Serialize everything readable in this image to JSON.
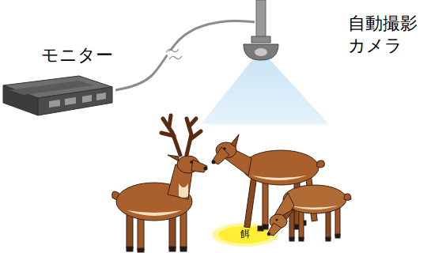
{
  "diagram": {
    "nodes": [
      {
        "text": [
          "モニター"
        ]
      },
      {
        "text": [
          "自動撮影 カメラ"
        ]
      },
      {
        "text": [
          "餌"
        ]
      }
    ],
    "edges": [
      {
        "from": 0,
        "to": 1,
        "arrow": "none"
      }
    ]
  }
}
